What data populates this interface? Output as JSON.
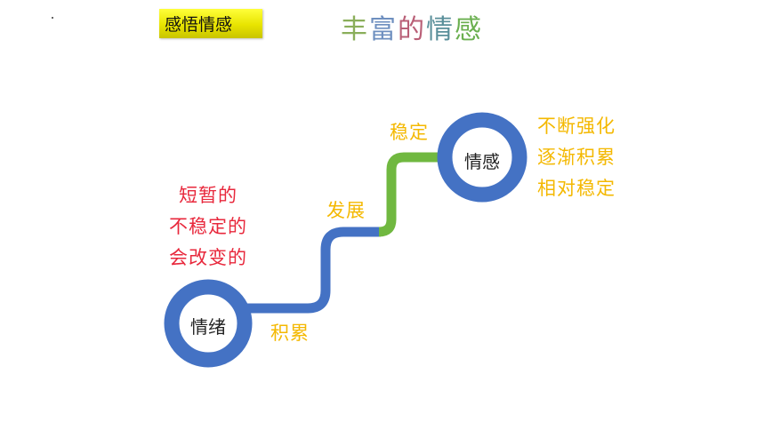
{
  "tag": "感悟情感",
  "title": {
    "chars": [
      "丰",
      "富",
      "的",
      "情",
      "感"
    ],
    "colors": [
      "#8aae5a",
      "#6e8fbf",
      "#b95f77",
      "#5a8f9a",
      "#6aaf4f"
    ]
  },
  "nodes": {
    "start": "情绪",
    "end": "情感"
  },
  "labels": {
    "accumulate": "积累",
    "develop": "发展",
    "stable": "稳定"
  },
  "emotion_traits": [
    "短暂的",
    "不稳定的",
    "会改变的"
  ],
  "feeling_traits": [
    "不断强化",
    "逐渐积累",
    "相对稳定"
  ],
  "colors": {
    "ring": "#4472c4",
    "path_blue": "#4472c4",
    "path_green": "#70b840",
    "trait_red": "#e8283c",
    "label_orange": "#f4b800"
  }
}
